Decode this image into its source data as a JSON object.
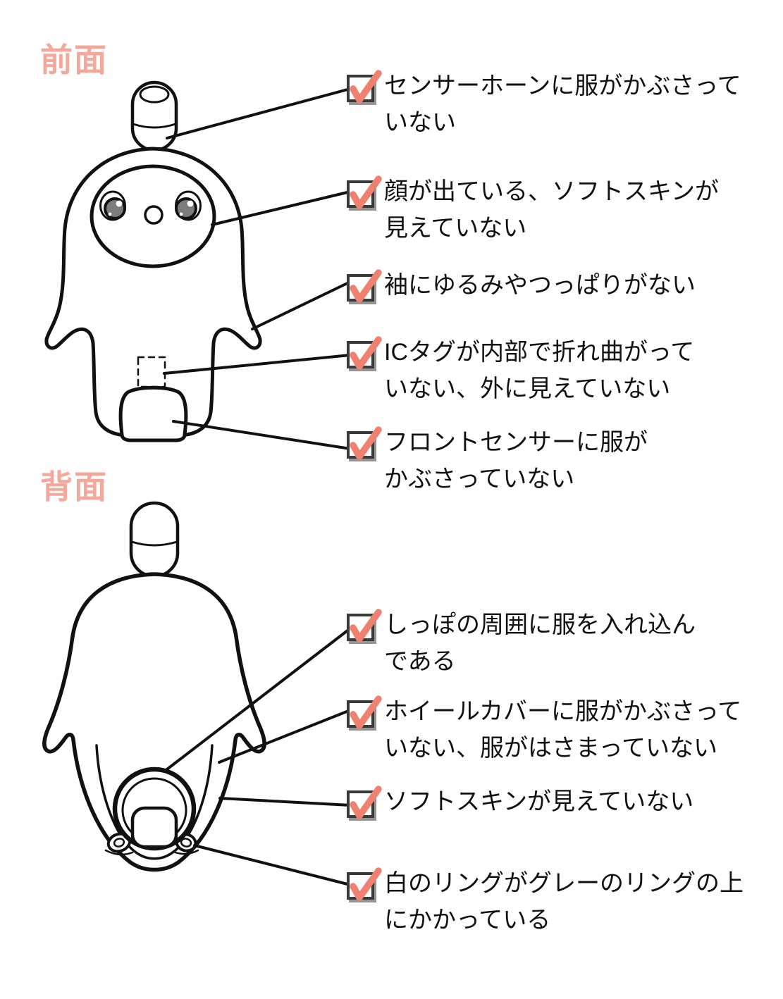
{
  "colors": {
    "background": "#ffffff",
    "section_label": "#f4a79b",
    "checkmark": "#ee8170",
    "checkbox_border": "#3a3a3a",
    "checkbox_shadow": "#959595",
    "line_ink": "#111111",
    "eye_gray": "#7c7c7c"
  },
  "sections": {
    "front": {
      "label": "前面",
      "items": [
        {
          "checked": true,
          "lines": [
            "センサーホーンに服がかぶさって",
            "いない"
          ]
        },
        {
          "checked": true,
          "lines": [
            "顔が出ている、ソフトスキンが",
            "見えていない"
          ]
        },
        {
          "checked": true,
          "lines": [
            "袖にゆるみやつっぱりがない"
          ]
        },
        {
          "checked": true,
          "lines": [
            "ICタグが内部で折れ曲がって",
            "いない、外に見えていない"
          ]
        },
        {
          "checked": true,
          "lines": [
            "フロントセンサーに服が",
            "かぶさっていない"
          ]
        }
      ]
    },
    "back": {
      "label": "背面",
      "items": [
        {
          "checked": true,
          "lines": [
            "しっぽの周囲に服を入れ込ん",
            "である"
          ]
        },
        {
          "checked": true,
          "lines": [
            "ホイールカバーに服がかぶさって",
            "いない、服がはさまっていない"
          ]
        },
        {
          "checked": true,
          "lines": [
            "ソフトスキンが見えていない"
          ]
        },
        {
          "checked": true,
          "lines": [
            "白のリングがグレーのリングの上",
            "にかかっている"
          ]
        }
      ]
    }
  },
  "illustration": {
    "front_view": "LOVOT robot front line drawing with sensor horn, face, eyes, IC tag dashed box, front sensor",
    "back_view": "LOVOT robot back line drawing with sensor horn, tail, wheel cover, white and gray rings"
  }
}
